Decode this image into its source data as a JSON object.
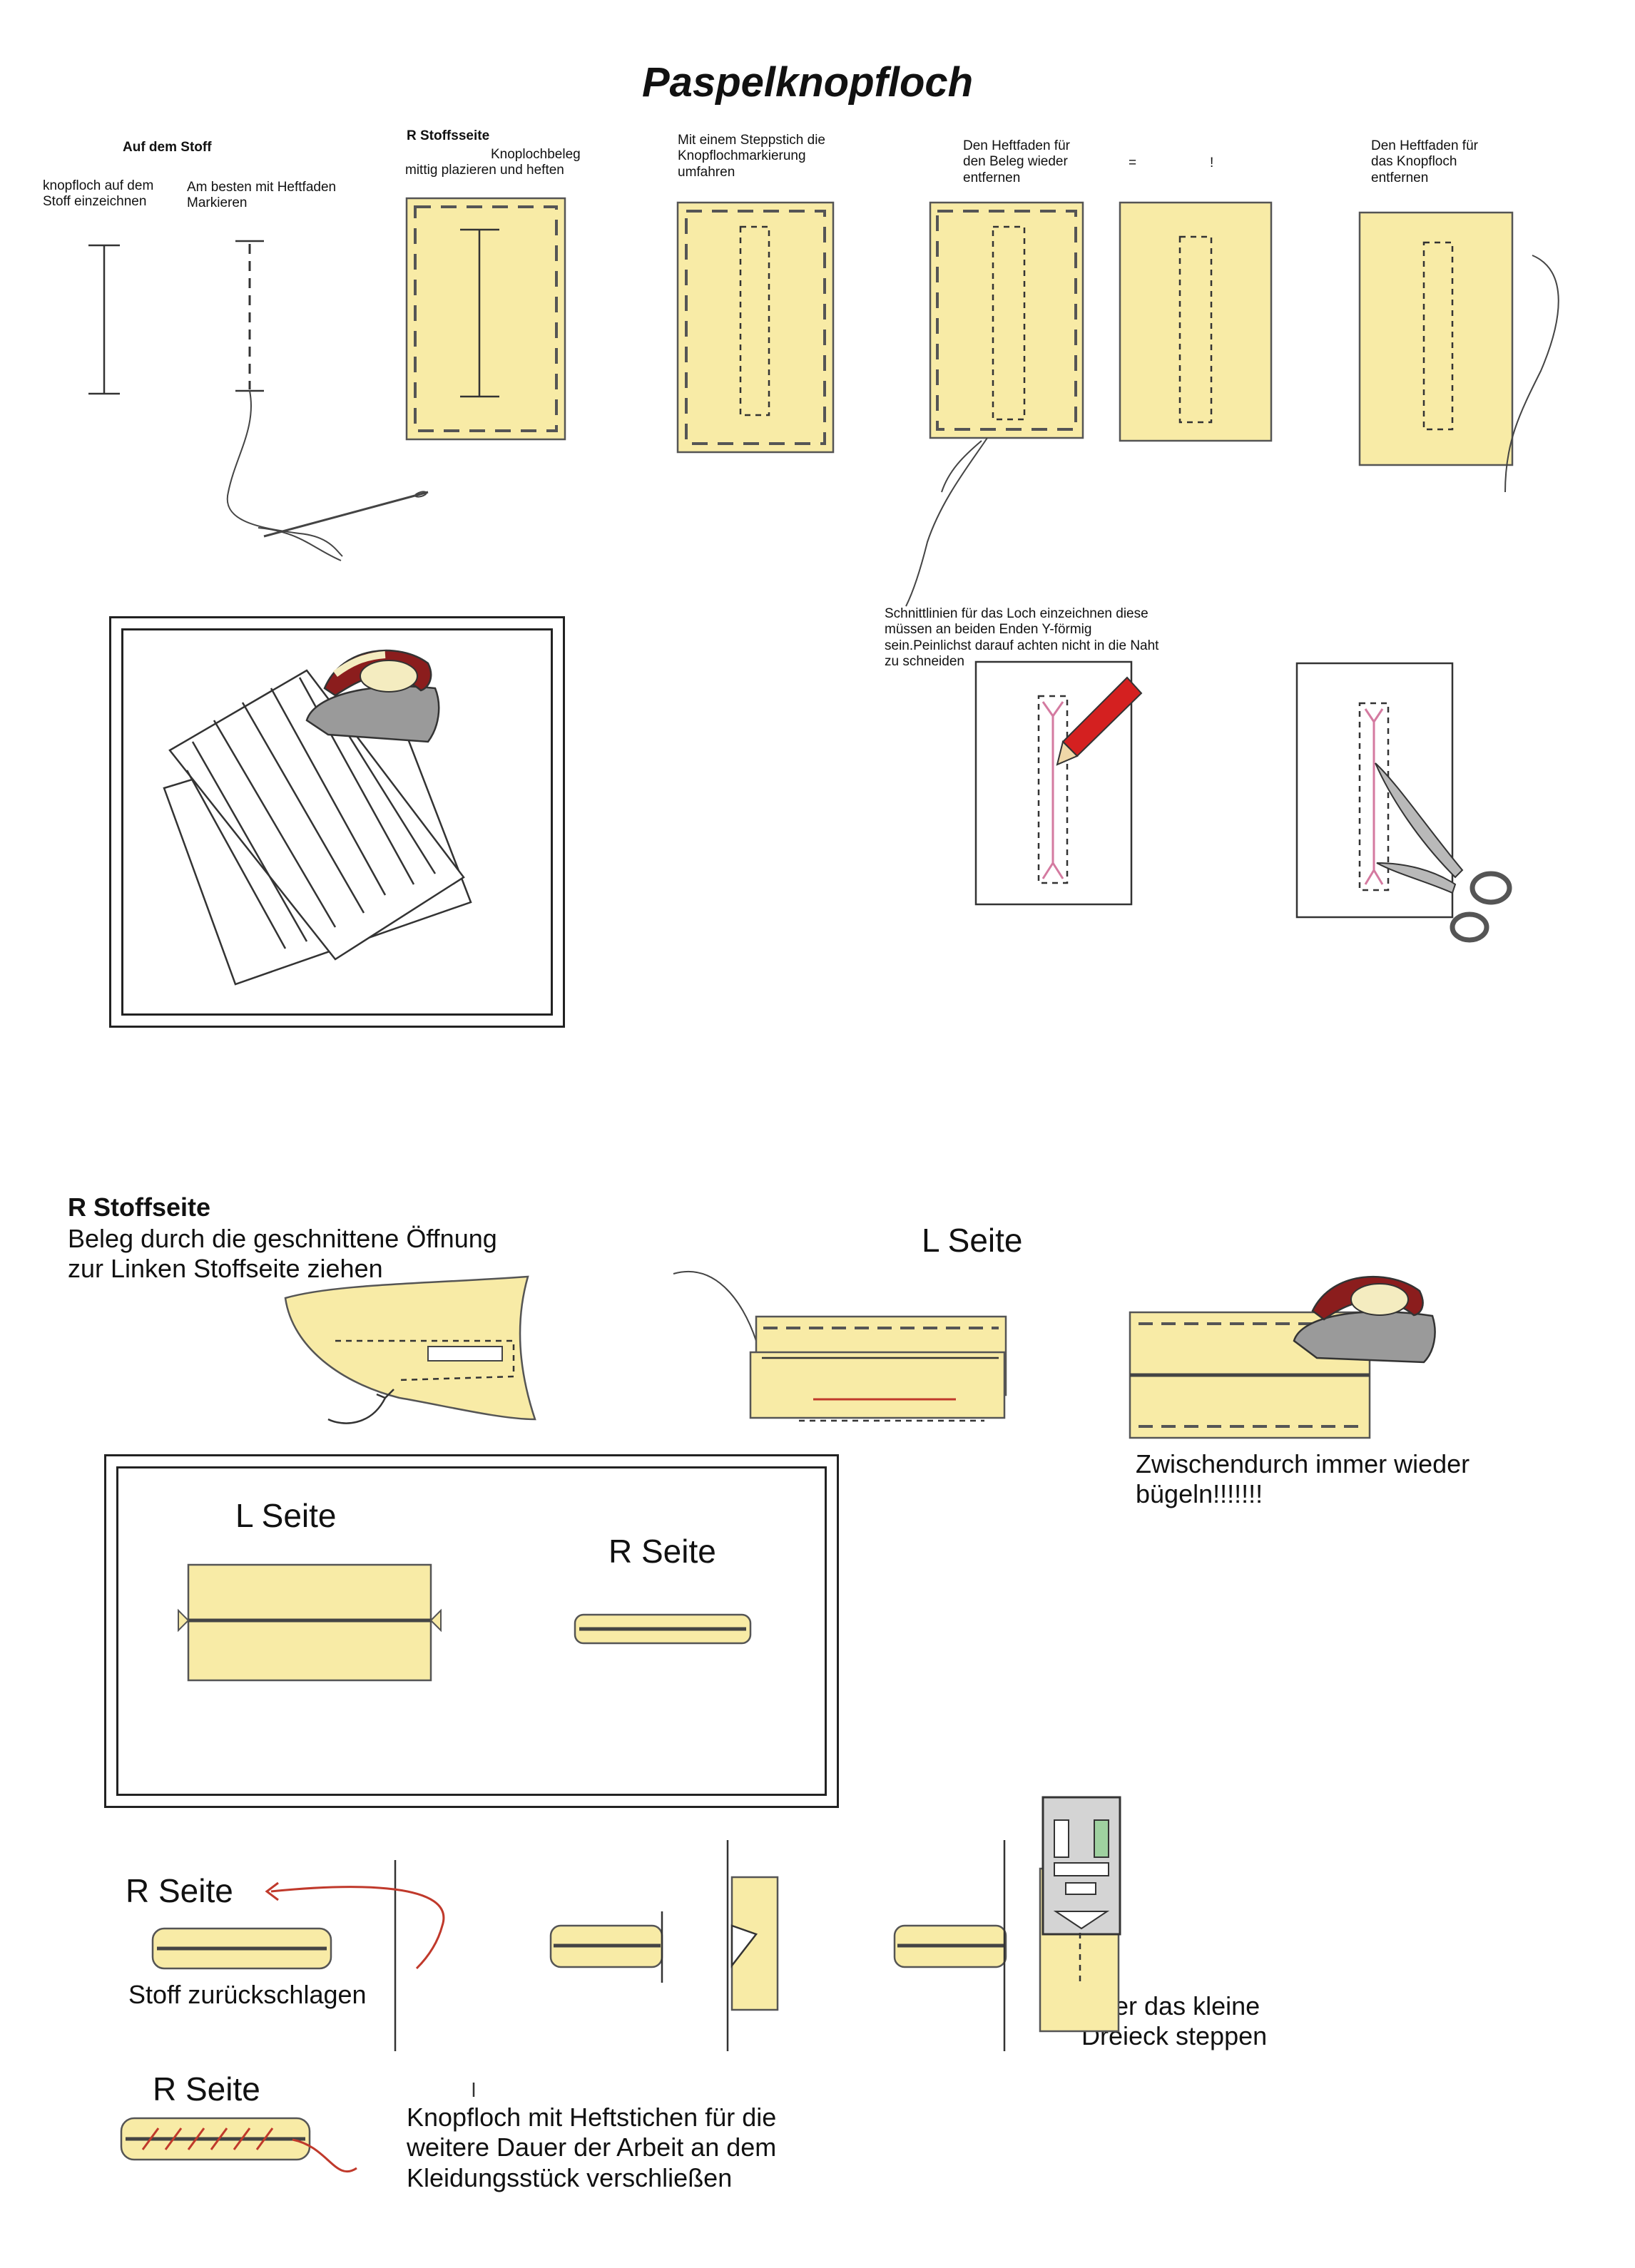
{
  "title": "Paspelknopfloch",
  "top": {
    "auf_dem_stoff": "Auf dem Stoff",
    "step1": "knopfloch auf dem Stoff einzeichnen",
    "step2": "Am besten mit Heftfaden Markieren",
    "step3_head": "R Stoffsseite",
    "step3": "Knoplochbeleg mittig plazieren und heften",
    "step4": "Mit einem Steppstich die Knopflochmarkierung umfahren",
    "step5": "Den Heftfaden für den Beleg wieder entfernen",
    "equals": "=",
    "exclaim": "!",
    "step6": "Den Heftfaden für das Knopfloch entfernen",
    "cut_lines": "Schnittlinien für das Loch einzeichnen diese müssen an beiden Enden Y-förmig sein.Peinlichst darauf achten nicht in die Naht zu schneiden"
  },
  "middle": {
    "r_head": "R Stoffseite",
    "r_text": "Beleg durch die geschnittene Öffnung zur Linken Stoffseite ziehen",
    "l_seite": "L Seite",
    "iron_note": "Zwischendurch immer wieder bügeln!!!!!!!",
    "box_l": "L Seite",
    "box_r": "R Seite"
  },
  "bottom": {
    "r_seite_1": "R Seite",
    "fold_back": "Stoff zurückschlagen",
    "triangle": "Über das kleine Dreieck steppen",
    "r_seite_2": "R Seite",
    "close_note": "Knopfloch mit Heftstichen für die weitere Dauer der Arbeit an dem Kleidungsstück verschließen"
  },
  "colors": {
    "fabric": "#f8eba6",
    "outline": "#333333",
    "iron_handle": "#8b1d1d",
    "iron_base": "#9a9a9a",
    "pencil": "#d42020",
    "cut_line": "#d47aa0",
    "thread_red": "#c0392b"
  },
  "icons": [
    "needle-icon",
    "iron-icon",
    "pencil-icon",
    "scissors-icon",
    "arrow-icon",
    "presser-foot-icon"
  ]
}
